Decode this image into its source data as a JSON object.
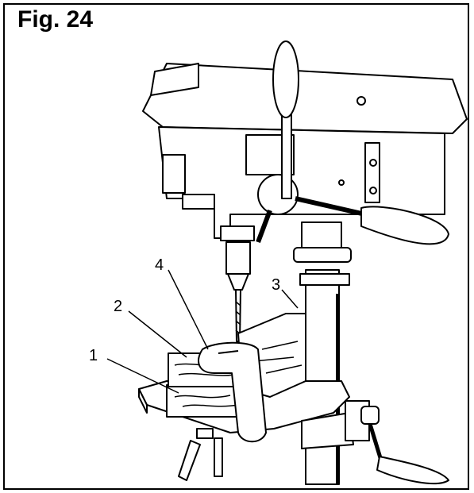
{
  "figure": {
    "title": "Fig. 24"
  },
  "callouts": [
    {
      "label": "1",
      "part": "workpiece-lower"
    },
    {
      "label": "2",
      "part": "workpiece-upper"
    },
    {
      "label": "3",
      "part": "support-block"
    },
    {
      "label": "4",
      "part": "clamp"
    }
  ],
  "colors": {
    "line": "#000000",
    "background": "#ffffff",
    "shade": "#d8d8d8"
  }
}
